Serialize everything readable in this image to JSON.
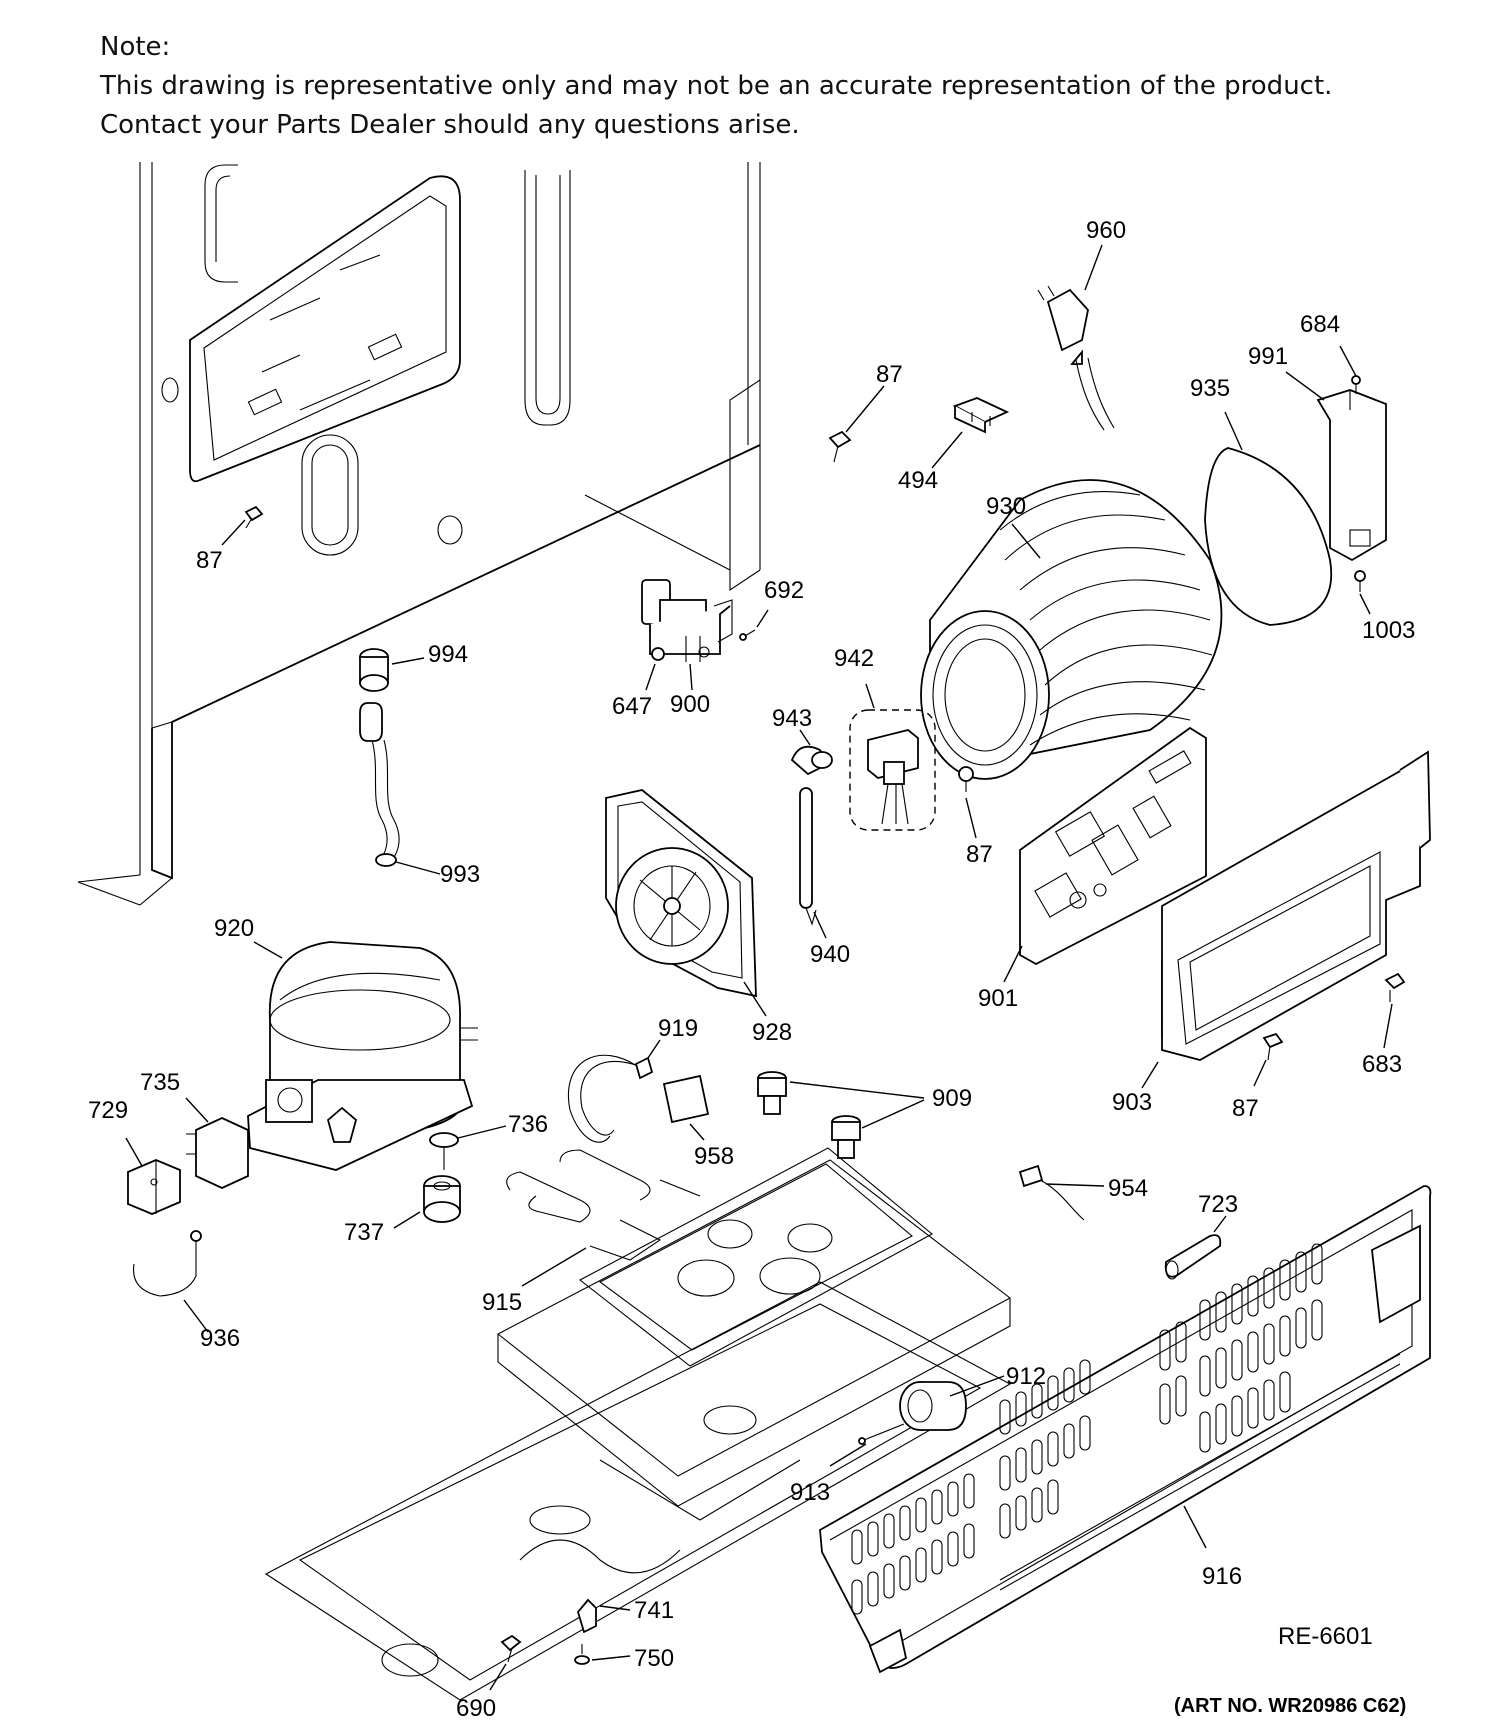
{
  "note": {
    "heading": "Note:",
    "line1": "This drawing is representative only and may not be an accurate representation of the product.",
    "line2": "Contact your Parts Dealer should any questions arise."
  },
  "reference": "RE-6601",
  "art_number": "(ART NO. WR20986 C62)",
  "labels": {
    "p87a": "87",
    "p87b": "87",
    "p87c": "87",
    "p87d": "87",
    "p960": "960",
    "p684": "684",
    "p991": "991",
    "p935": "935",
    "p494": "494",
    "p930": "930",
    "p1003": "1003",
    "p692": "692",
    "p994": "994",
    "p647": "647",
    "p900": "900",
    "p942": "942",
    "p943": "943",
    "p993": "993",
    "p940": "940",
    "p920": "920",
    "p928": "928",
    "p901": "901",
    "p683": "683",
    "p903": "903",
    "p919": "919",
    "p909": "909",
    "p735": "735",
    "p729": "729",
    "p736": "736",
    "p958": "958",
    "p954": "954",
    "p723": "723",
    "p737": "737",
    "p915": "915",
    "p936": "936",
    "p912": "912",
    "p913": "913",
    "p916": "916",
    "p741": "741",
    "p750": "750",
    "p690": "690"
  }
}
